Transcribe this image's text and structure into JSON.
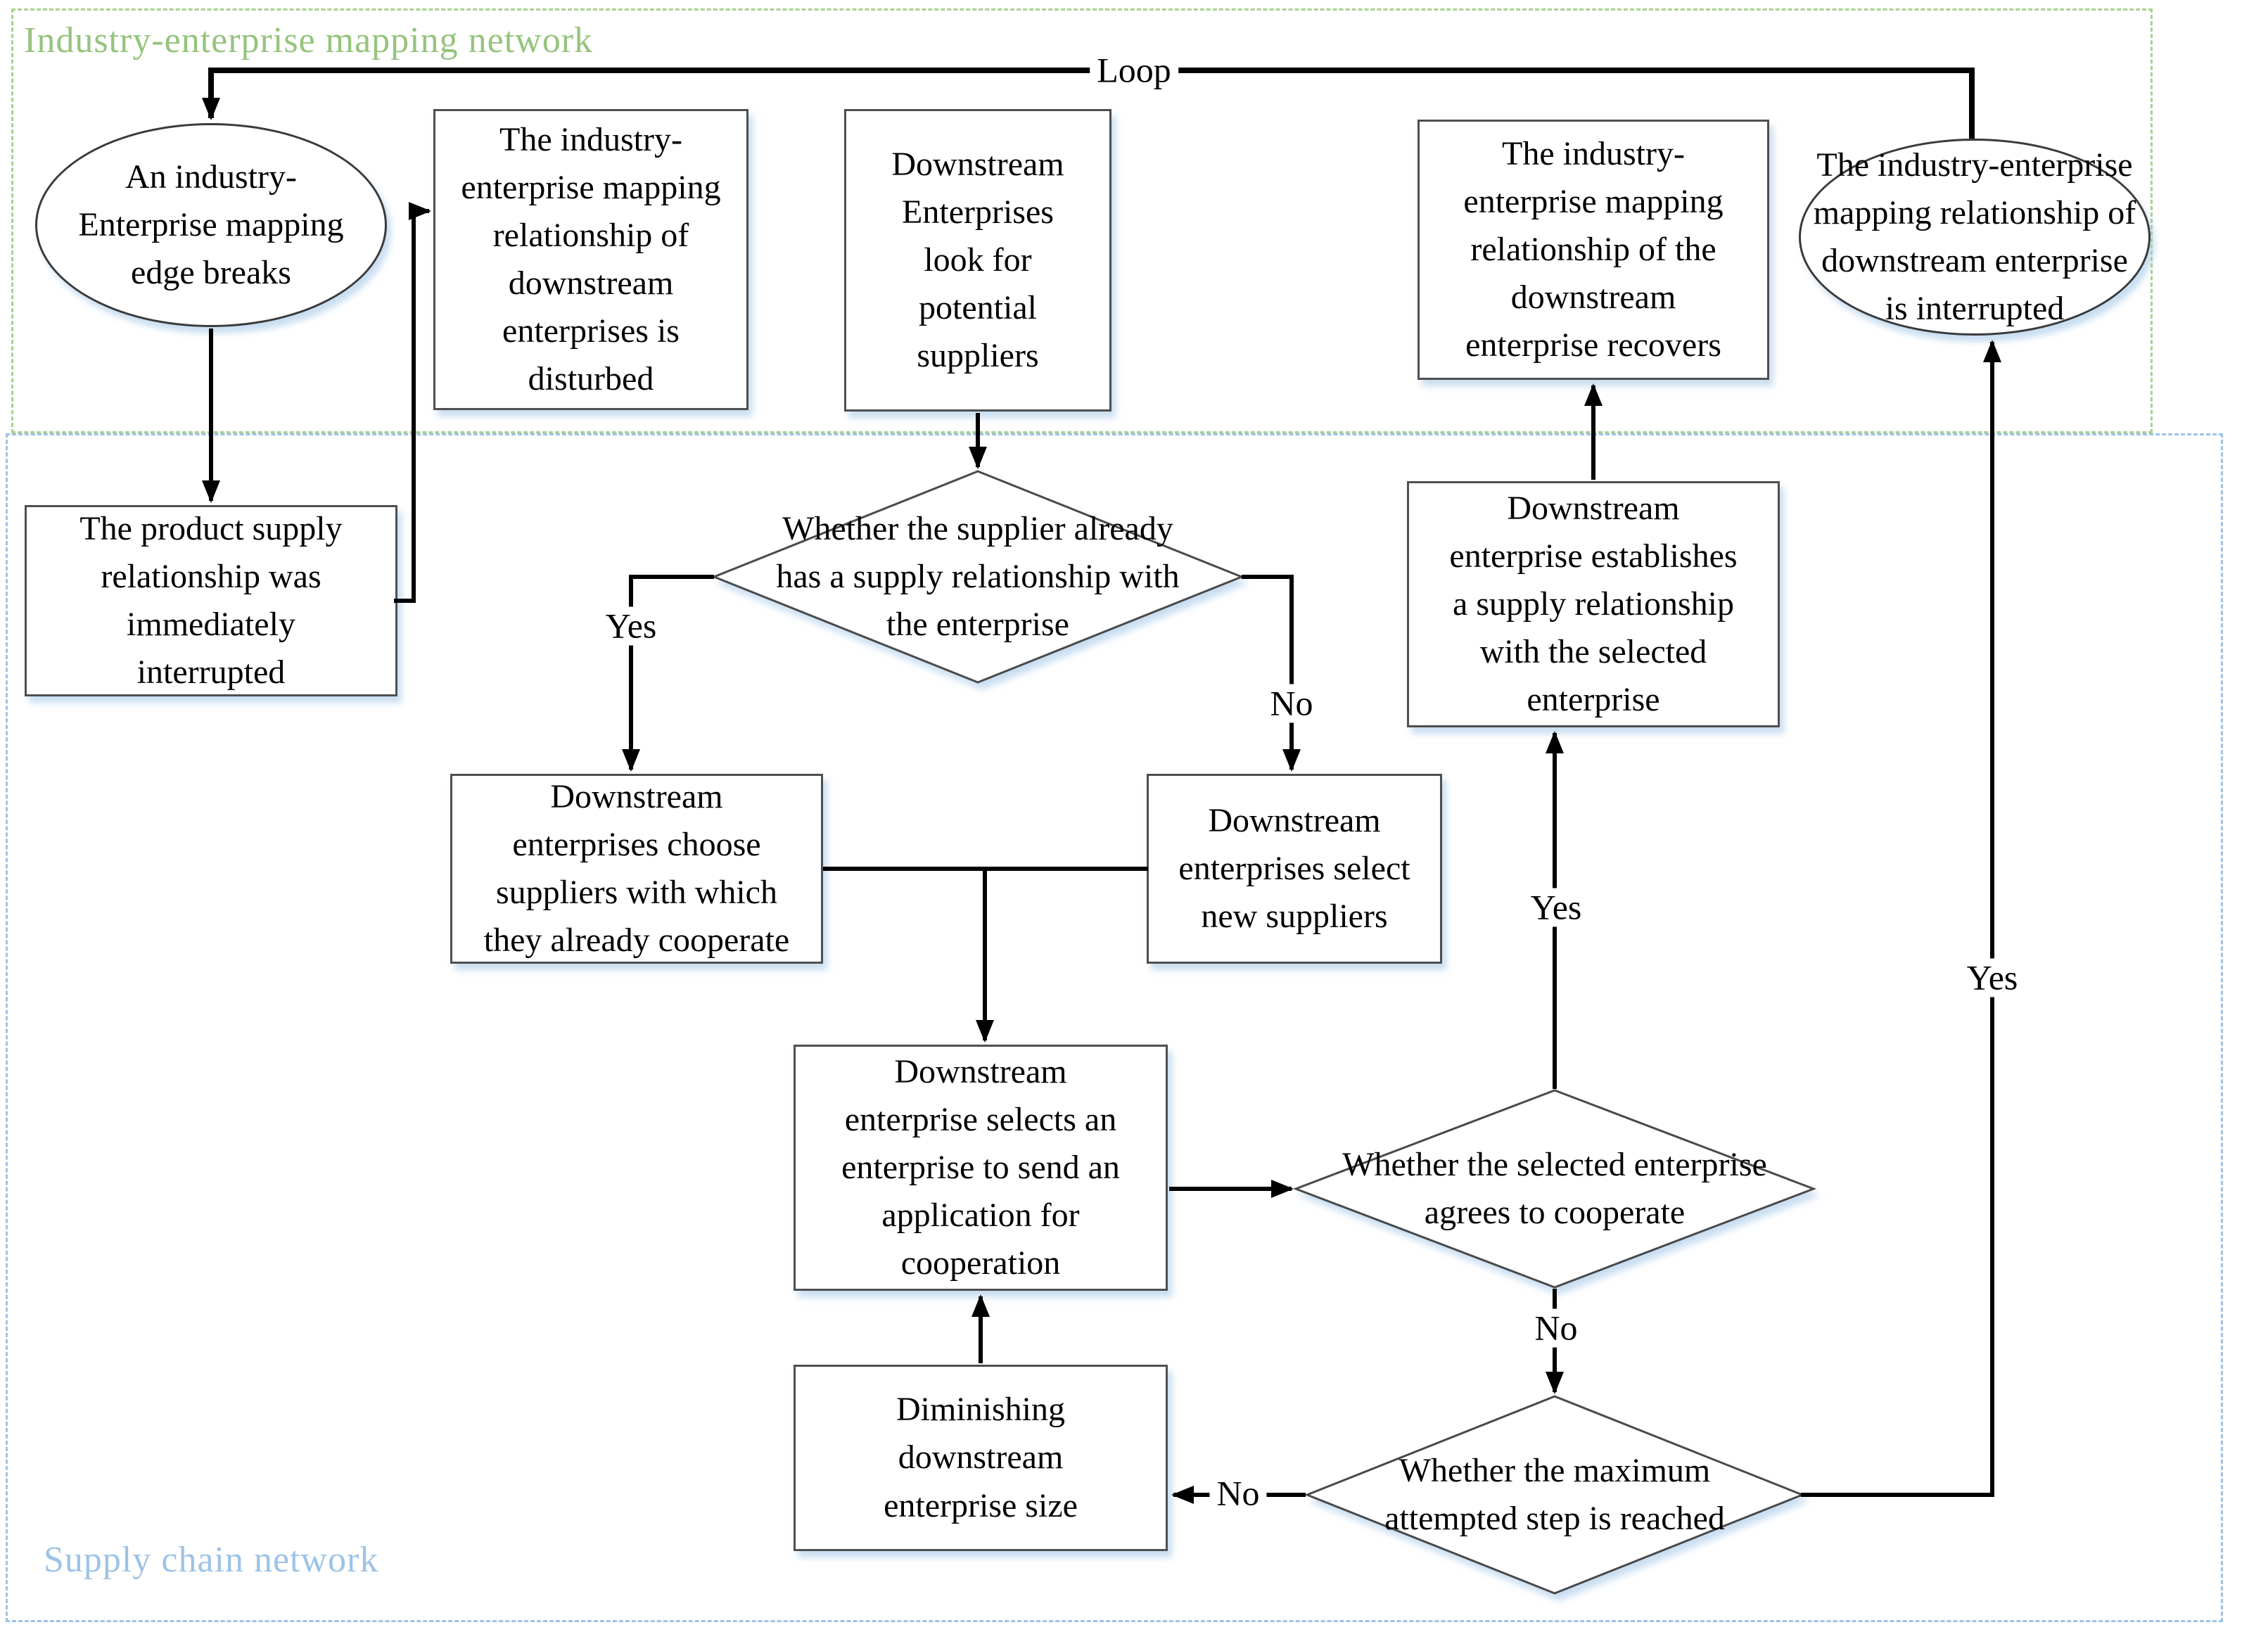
{
  "diagram": {
    "regions": {
      "industry": {
        "label": "Industry-enterprise mapping network"
      },
      "supply": {
        "label": "Supply chain network"
      }
    },
    "nodes": {
      "edge_breaks": [
        "An industry-",
        "Enterprise mapping",
        "edge breaks"
      ],
      "disturbed": [
        "The industry-",
        "enterprise mapping",
        "relationship of",
        "downstream",
        "enterprises is",
        "disturbed"
      ],
      "look_for_suppliers": [
        "Downstream",
        "Enterprises",
        "look for",
        "potential",
        "suppliers"
      ],
      "recovers": [
        "The industry-",
        "enterprise mapping",
        "relationship of the",
        "downstream",
        "enterprise recovers"
      ],
      "interrupted": [
        "The industry-enterprise",
        "mapping relationship of",
        "downstream enterprise",
        "is interrupted"
      ],
      "product_interrupted": [
        "The product supply",
        "relationship was",
        "immediately",
        "interrupted"
      ],
      "has_relationship": [
        "Whether the supplier already",
        "has a supply relationship with",
        "the enterprise"
      ],
      "choose_existing": [
        "Downstream",
        "enterprises choose",
        "suppliers with which",
        "they already cooperate"
      ],
      "select_new": [
        "Downstream",
        "enterprises select",
        "new suppliers"
      ],
      "establishes": [
        "Downstream",
        "enterprise establishes",
        "a supply relationship",
        "with the selected",
        "enterprise"
      ],
      "send_application": [
        "Downstream",
        "enterprise selects an",
        "enterprise to send an",
        "application for",
        "cooperation"
      ],
      "agrees": [
        "Whether the selected enterprise",
        "agrees to cooperate"
      ],
      "max_step": [
        "Whether the maximum",
        "attempted step is reached"
      ],
      "diminish": [
        "Diminishing",
        "downstream",
        "enterprise size"
      ]
    },
    "edge_labels": {
      "loop": "Loop",
      "yes1": "Yes",
      "no1": "No",
      "yes2": "Yes",
      "no2": "No",
      "yes3": "Yes",
      "no3": "No"
    },
    "colors": {
      "industry_accent": "#95c47d",
      "industry_border": "#a9d18e",
      "supply_accent": "#9dc3e6",
      "shape_border": "#4f4f4f",
      "connector": "#000000",
      "shadow": "#9dc3e6"
    }
  }
}
